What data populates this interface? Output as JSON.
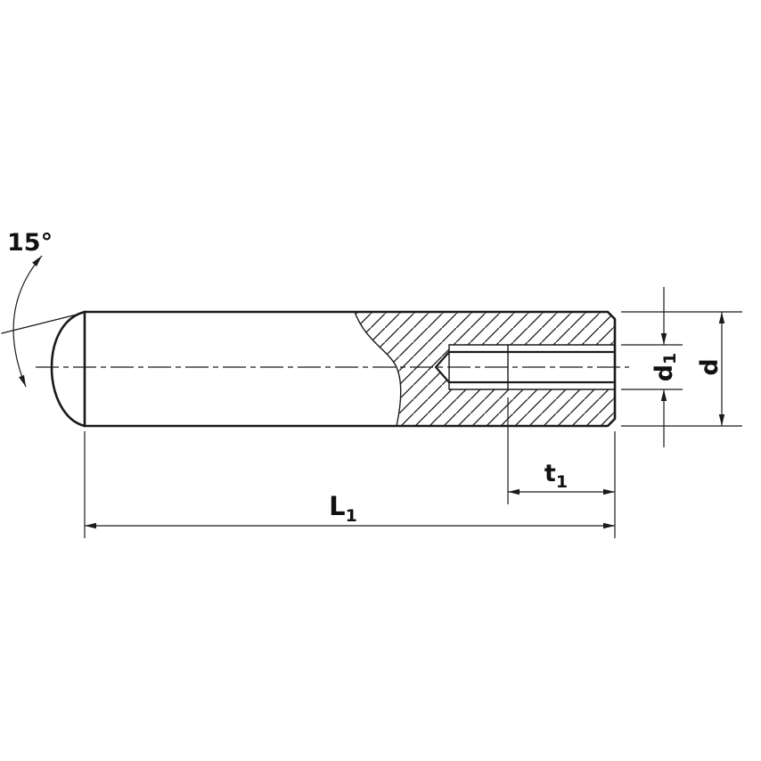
{
  "colors": {
    "line": "#1a1a1a",
    "background": "#ffffff"
  },
  "labels": {
    "chamfer_angle": "15°",
    "thread_diameter_base": "d",
    "thread_diameter_sub": "1",
    "outer_diameter_base": "d",
    "outer_diameter_sub": "",
    "thread_depth_base": "t",
    "thread_depth_sub": "1",
    "overall_length_base": "L",
    "overall_length_sub": "1"
  }
}
